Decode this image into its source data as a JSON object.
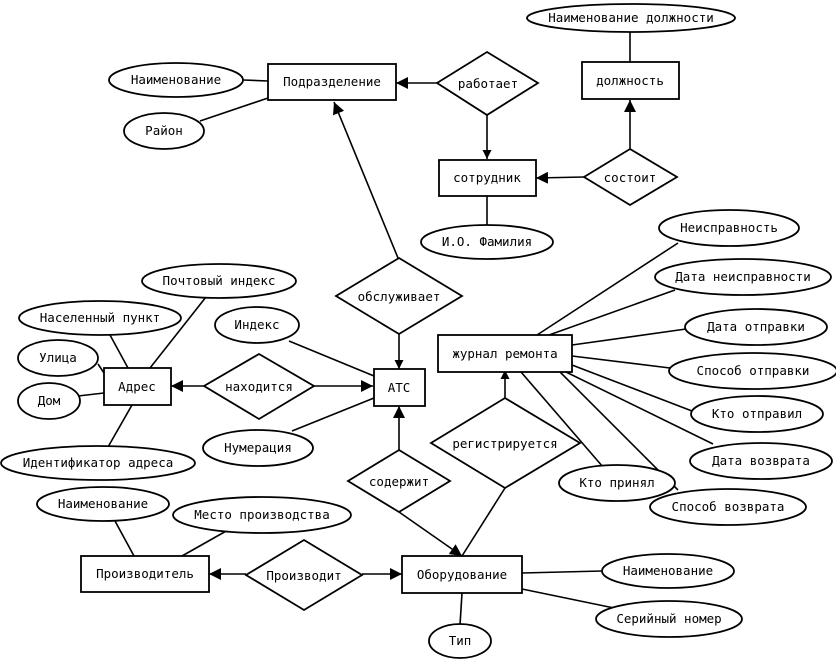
{
  "entities": {
    "podrazdelenie": "Подразделение",
    "dolzhnost": "должность",
    "sotrudnik": "сотрудник",
    "zhurnal": "журнал ремонта",
    "adres": "Адрес",
    "ats": "АТС",
    "proizvoditel": "Производитель",
    "oborudovanie": "Оборудование"
  },
  "relationships": {
    "rabotaet": "работает",
    "sostoit": "состоит",
    "obsluzhivaet": "обслуживает",
    "nahoditsya": "находится",
    "registriruetsya": "регистрируется",
    "soderzhit": "содержит",
    "proizvodit": "Производит"
  },
  "attributes": {
    "naim_dolzhnosti": "Наименование должности",
    "naim_podr": "Наименование",
    "rayon": "Район",
    "fio": "И.О. Фамилия",
    "neispravnost": "Неисправность",
    "data_neispr": "Дата неисправности",
    "data_otpravki": "Дата отправки",
    "sposob_otpravki": "Способ отправки",
    "kto_otpravil": "Кто отправил",
    "data_vozvrata": "Дата возврата",
    "sposob_vozvrata": "Способ возврата",
    "kto_prinyal": "Кто принял",
    "pocht_index": "Почтовый индекс",
    "nas_punkt": "Населенный пункт",
    "ulica": "Улица",
    "dom": "Дом",
    "id_adresa": "Идентификатор адреса",
    "index": "Индекс",
    "numeraciya": "Нумерация",
    "naim_proizv": "Наименование",
    "mesto_proizv": "Место производства",
    "naim_obor": "Наименование",
    "seriyny_nomer": "Серийный номер",
    "tip": "Тип"
  }
}
